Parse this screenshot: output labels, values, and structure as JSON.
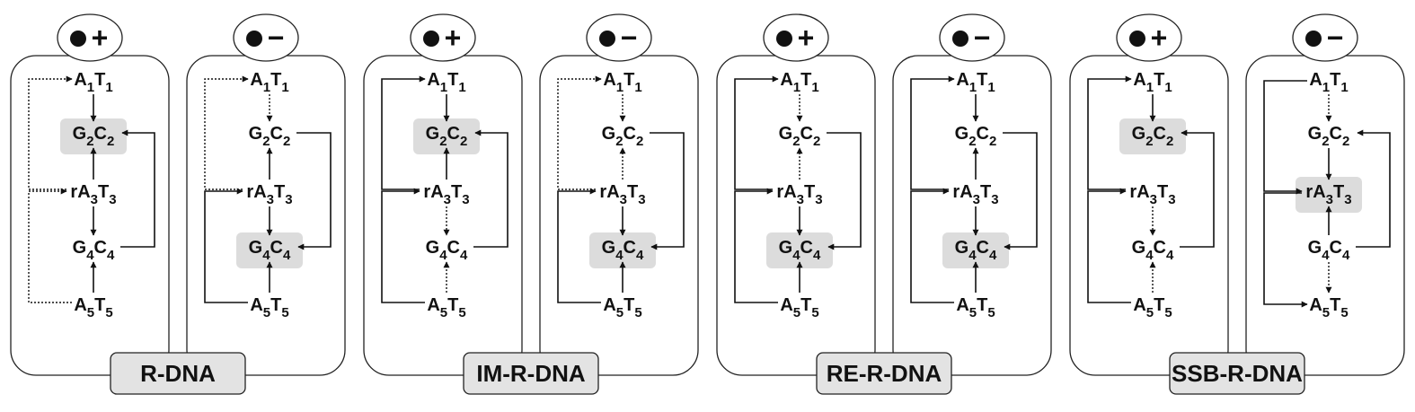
{
  "diagram": {
    "groups": [
      {
        "label": "R-DNA",
        "panels": [
          {
            "sign": "+",
            "nodes": [
              {
                "base": "A",
                "sub1": "1",
                "pair": "T",
                "sub2": "1",
                "highlight": false
              },
              {
                "base": "G",
                "sub1": "2",
                "pair": "C",
                "sub2": "2",
                "highlight": true
              },
              {
                "base": "rA",
                "sub1": "3",
                "pair": "T",
                "sub2": "3",
                "highlight": false
              },
              {
                "base": "G",
                "sub1": "4",
                "pair": "C",
                "sub2": "4",
                "highlight": false
              },
              {
                "base": "A",
                "sub1": "5",
                "pair": "T",
                "sub2": "5",
                "highlight": false
              }
            ],
            "vertical": [
              {
                "from": 0,
                "to": 1,
                "style": "solid"
              },
              {
                "from": 2,
                "to": 1,
                "style": "solid"
              },
              {
                "from": 2,
                "to": 3,
                "style": "solid"
              },
              {
                "from": 4,
                "to": 3,
                "style": "solid"
              }
            ],
            "loops": [
              {
                "side": "left",
                "from": 2,
                "to": 0,
                "style": "dotted",
                "slot": 1
              },
              {
                "side": "left",
                "from": 4,
                "to": 2,
                "style": "dotted",
                "slot": 1
              },
              {
                "side": "right",
                "from": 3,
                "to": 1,
                "style": "solid",
                "slot": 1
              }
            ]
          },
          {
            "sign": "−",
            "nodes": [
              {
                "base": "A",
                "sub1": "1",
                "pair": "T",
                "sub2": "1",
                "highlight": false
              },
              {
                "base": "G",
                "sub1": "2",
                "pair": "C",
                "sub2": "2",
                "highlight": false
              },
              {
                "base": "rA",
                "sub1": "3",
                "pair": "T",
                "sub2": "3",
                "highlight": false
              },
              {
                "base": "G",
                "sub1": "4",
                "pair": "C",
                "sub2": "4",
                "highlight": true
              },
              {
                "base": "A",
                "sub1": "5",
                "pair": "T",
                "sub2": "5",
                "highlight": false
              }
            ],
            "vertical": [
              {
                "from": 0,
                "to": 1,
                "style": "dotted"
              },
              {
                "from": 2,
                "to": 1,
                "style": "solid"
              },
              {
                "from": 2,
                "to": 3,
                "style": "solid"
              },
              {
                "from": 4,
                "to": 3,
                "style": "solid"
              }
            ],
            "loops": [
              {
                "side": "left",
                "from": 2,
                "to": 0,
                "style": "dotted",
                "slot": 1
              },
              {
                "side": "left",
                "from": 4,
                "to": 2,
                "style": "solid",
                "slot": 1
              },
              {
                "side": "right",
                "from": 1,
                "to": 3,
                "style": "solid",
                "slot": 1
              }
            ]
          }
        ]
      },
      {
        "label": "IM-R-DNA",
        "panels": [
          {
            "sign": "+",
            "nodes": [
              {
                "base": "A",
                "sub1": "1",
                "pair": "T",
                "sub2": "1",
                "highlight": false
              },
              {
                "base": "G",
                "sub1": "2",
                "pair": "C",
                "sub2": "2",
                "highlight": true
              },
              {
                "base": "rA",
                "sub1": "3",
                "pair": "T",
                "sub2": "3",
                "highlight": false
              },
              {
                "base": "G",
                "sub1": "4",
                "pair": "C",
                "sub2": "4",
                "highlight": false
              },
              {
                "base": "A",
                "sub1": "5",
                "pair": "T",
                "sub2": "5",
                "highlight": false
              }
            ],
            "vertical": [
              {
                "from": 0,
                "to": 1,
                "style": "solid"
              },
              {
                "from": 2,
                "to": 1,
                "style": "solid"
              },
              {
                "from": 2,
                "to": 3,
                "style": "dotted"
              },
              {
                "from": 4,
                "to": 3,
                "style": "dotted"
              }
            ],
            "loops": [
              {
                "side": "left",
                "from": 2,
                "to": 0,
                "style": "solid",
                "slot": 1
              },
              {
                "side": "left",
                "from": 4,
                "to": 2,
                "style": "solid",
                "slot": 1
              },
              {
                "side": "right",
                "from": 3,
                "to": 1,
                "style": "solid",
                "slot": 1
              }
            ]
          },
          {
            "sign": "−",
            "nodes": [
              {
                "base": "A",
                "sub1": "1",
                "pair": "T",
                "sub2": "1",
                "highlight": false
              },
              {
                "base": "G",
                "sub1": "2",
                "pair": "C",
                "sub2": "2",
                "highlight": false
              },
              {
                "base": "rA",
                "sub1": "3",
                "pair": "T",
                "sub2": "3",
                "highlight": false
              },
              {
                "base": "G",
                "sub1": "4",
                "pair": "C",
                "sub2": "4",
                "highlight": true
              },
              {
                "base": "A",
                "sub1": "5",
                "pair": "T",
                "sub2": "5",
                "highlight": false
              }
            ],
            "vertical": [
              {
                "from": 0,
                "to": 1,
                "style": "dotted"
              },
              {
                "from": 2,
                "to": 1,
                "style": "dotted"
              },
              {
                "from": 2,
                "to": 3,
                "style": "solid"
              },
              {
                "from": 4,
                "to": 3,
                "style": "solid"
              }
            ],
            "loops": [
              {
                "side": "left",
                "from": 2,
                "to": 0,
                "style": "dotted",
                "slot": 1
              },
              {
                "side": "left",
                "from": 4,
                "to": 2,
                "style": "solid",
                "slot": 1
              },
              {
                "side": "right",
                "from": 1,
                "to": 3,
                "style": "solid",
                "slot": 1
              }
            ]
          }
        ]
      },
      {
        "label": "RE-R-DNA",
        "panels": [
          {
            "sign": "+",
            "nodes": [
              {
                "base": "A",
                "sub1": "1",
                "pair": "T",
                "sub2": "1",
                "highlight": false
              },
              {
                "base": "G",
                "sub1": "2",
                "pair": "C",
                "sub2": "2",
                "highlight": false
              },
              {
                "base": "rA",
                "sub1": "3",
                "pair": "T",
                "sub2": "3",
                "highlight": false
              },
              {
                "base": "G",
                "sub1": "4",
                "pair": "C",
                "sub2": "4",
                "highlight": true
              },
              {
                "base": "A",
                "sub1": "5",
                "pair": "T",
                "sub2": "5",
                "highlight": false
              }
            ],
            "vertical": [
              {
                "from": 0,
                "to": 1,
                "style": "dotted"
              },
              {
                "from": 2,
                "to": 1,
                "style": "dotted"
              },
              {
                "from": 2,
                "to": 3,
                "style": "solid"
              },
              {
                "from": 4,
                "to": 3,
                "style": "solid"
              }
            ],
            "loops": [
              {
                "side": "left",
                "from": 2,
                "to": 0,
                "style": "solid",
                "slot": 1
              },
              {
                "side": "left",
                "from": 4,
                "to": 2,
                "style": "solid",
                "slot": 1
              },
              {
                "side": "right",
                "from": 1,
                "to": 3,
                "style": "solid",
                "slot": 1
              }
            ]
          },
          {
            "sign": "−",
            "nodes": [
              {
                "base": "A",
                "sub1": "1",
                "pair": "T",
                "sub2": "1",
                "highlight": false
              },
              {
                "base": "G",
                "sub1": "2",
                "pair": "C",
                "sub2": "2",
                "highlight": false
              },
              {
                "base": "rA",
                "sub1": "3",
                "pair": "T",
                "sub2": "3",
                "highlight": false
              },
              {
                "base": "G",
                "sub1": "4",
                "pair": "C",
                "sub2": "4",
                "highlight": true
              },
              {
                "base": "A",
                "sub1": "5",
                "pair": "T",
                "sub2": "5",
                "highlight": false
              }
            ],
            "vertical": [
              {
                "from": 0,
                "to": 1,
                "style": "solid"
              },
              {
                "from": 2,
                "to": 1,
                "style": "solid"
              },
              {
                "from": 2,
                "to": 3,
                "style": "solid"
              },
              {
                "from": 4,
                "to": 3,
                "style": "solid"
              }
            ],
            "loops": [
              {
                "side": "left",
                "from": 2,
                "to": 0,
                "style": "solid",
                "slot": 1
              },
              {
                "side": "left",
                "from": 4,
                "to": 2,
                "style": "solid",
                "slot": 1
              },
              {
                "side": "right",
                "from": 1,
                "to": 3,
                "style": "solid",
                "slot": 1
              }
            ]
          }
        ]
      },
      {
        "label": "SSB-R-DNA",
        "panels": [
          {
            "sign": "+",
            "nodes": [
              {
                "base": "A",
                "sub1": "1",
                "pair": "T",
                "sub2": "1",
                "highlight": false
              },
              {
                "base": "G",
                "sub1": "2",
                "pair": "C",
                "sub2": "2",
                "highlight": true
              },
              {
                "base": "rA",
                "sub1": "3",
                "pair": "T",
                "sub2": "3",
                "highlight": false
              },
              {
                "base": "G",
                "sub1": "4",
                "pair": "C",
                "sub2": "4",
                "highlight": false
              },
              {
                "base": "A",
                "sub1": "5",
                "pair": "T",
                "sub2": "5",
                "highlight": false
              }
            ],
            "vertical": [
              {
                "from": 0,
                "to": 1,
                "style": "solid"
              },
              {
                "from": 2,
                "to": 3,
                "style": "dotted"
              },
              {
                "from": 4,
                "to": 3,
                "style": "dotted"
              }
            ],
            "loops": [
              {
                "side": "left",
                "from": 2,
                "to": 0,
                "style": "solid",
                "slot": 1
              },
              {
                "side": "left",
                "from": 4,
                "to": 2,
                "style": "solid",
                "slot": 1
              },
              {
                "side": "right",
                "from": 3,
                "to": 1,
                "style": "solid",
                "slot": 1
              }
            ]
          },
          {
            "sign": "−",
            "nodes": [
              {
                "base": "A",
                "sub1": "1",
                "pair": "T",
                "sub2": "1",
                "highlight": false
              },
              {
                "base": "G",
                "sub1": "2",
                "pair": "C",
                "sub2": "2",
                "highlight": false
              },
              {
                "base": "rA",
                "sub1": "3",
                "pair": "T",
                "sub2": "3",
                "highlight": true
              },
              {
                "base": "G",
                "sub1": "4",
                "pair": "C",
                "sub2": "4",
                "highlight": false
              },
              {
                "base": "A",
                "sub1": "5",
                "pair": "T",
                "sub2": "5",
                "highlight": false
              }
            ],
            "vertical": [
              {
                "from": 0,
                "to": 1,
                "style": "dotted"
              },
              {
                "from": 1,
                "to": 2,
                "style": "solid"
              },
              {
                "from": 3,
                "to": 2,
                "style": "solid"
              },
              {
                "from": 3,
                "to": 4,
                "style": "dotted"
              }
            ],
            "loops": [
              {
                "side": "left",
                "from": 0,
                "to": 2,
                "style": "solid",
                "slot": 1
              },
              {
                "side": "left",
                "from": 2,
                "to": 4,
                "style": "solid",
                "slot": 1
              },
              {
                "side": "right",
                "from": 3,
                "to": 1,
                "style": "solid",
                "slot": 1
              }
            ]
          }
        ]
      }
    ]
  }
}
